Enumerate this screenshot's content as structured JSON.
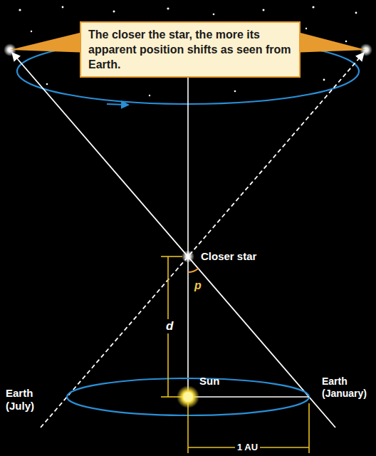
{
  "diagram": {
    "nodes": [
      {
        "text": [
          "The closer the star, the more its apparent position shifts as seen from Earth."
        ]
      }
    ],
    "labels": [
      "Closer star",
      "p",
      "d",
      "Sun",
      "Earth (July)",
      "Earth (January)",
      "1 AU"
    ]
  }
}
